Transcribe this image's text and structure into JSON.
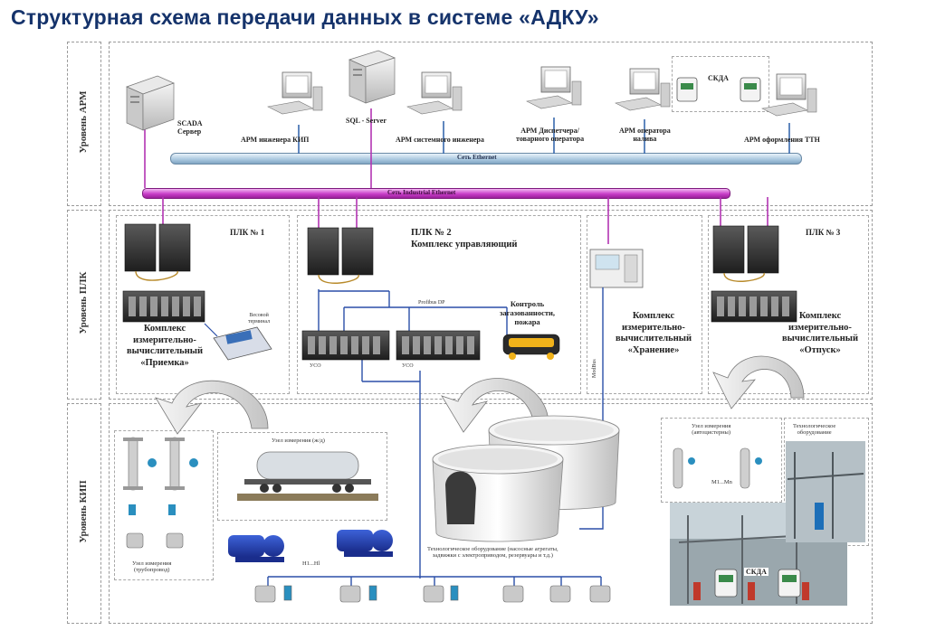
{
  "title": "Структурная схема передачи данных в системе «АДКУ»",
  "levels": {
    "arm": "Уровень АРМ",
    "plc": "Уровень ПЛК",
    "kip": "Уровень КИП"
  },
  "buses": {
    "ethernet": "Сеть Ethernet",
    "industrial": "Сеть Industrial Ethernet",
    "profibus": "Profibus DP",
    "modbus": "ModBus"
  },
  "arm": {
    "scada_line1": "SCADA",
    "scada_line2": "Сервер",
    "sql": "SQL - Server",
    "kip_engineer": "АРМ инженера КИП",
    "sys_engineer": "АРМ системного инженера",
    "dispatcher_line1": "АРМ Диспетчера/",
    "dispatcher_line2": "товарного оператора",
    "operator_line1": "АРМ оператора",
    "operator_line2": "налива",
    "ttn": "АРМ оформления ТТН",
    "skda": "СКДА"
  },
  "plc": {
    "plc1": "ПЛК № 1",
    "plc2_line1": "ПЛК № 2",
    "plc2_line2": "Комплекс управляющий",
    "plc3": "ПЛК № 3",
    "complex_left_line1": "Комплекс",
    "complex_left_line2": "измерительно-",
    "complex_left_line3": "вычислительный",
    "complex_left_line4": "«Приемка»",
    "complex_mid_line1": "Комплекс",
    "complex_mid_line2": "измерительно-",
    "complex_mid_line3": "вычислительный",
    "complex_mid_line4": "«Хранение»",
    "complex_right_line1": "Комплекс",
    "complex_right_line2": "измерительно-",
    "complex_right_line3": "вычислительный",
    "complex_right_line4": "«Отпуск»",
    "weight_line1": "Весовой",
    "weight_line2": "терминал",
    "gas_line1": "Контроль",
    "gas_line2": "загазованности,",
    "gas_line3": "пожара",
    "uso1": "УСО",
    "uso2": "УСО"
  },
  "kip": {
    "rail_node": "Узел измерения (ж/д)",
    "pipe_node_line1": "Узел измерения",
    "pipe_node_line2": "(трубопровод)",
    "auto_node_line1": "Узел измерения",
    "auto_node_line2": "(автоцистерны)",
    "tech_equipment_line1": "Технологическое",
    "tech_equipment_line2": "оборудование",
    "tech_desc_line1": "Технологическое оборудование (насосные агрегаты,",
    "tech_desc_line2": "задвижки с электроприводом, резервуары и т.д.)",
    "m_range": "М1...Мn",
    "n_range": "Н1...Нl",
    "skda": "СКДА"
  }
}
